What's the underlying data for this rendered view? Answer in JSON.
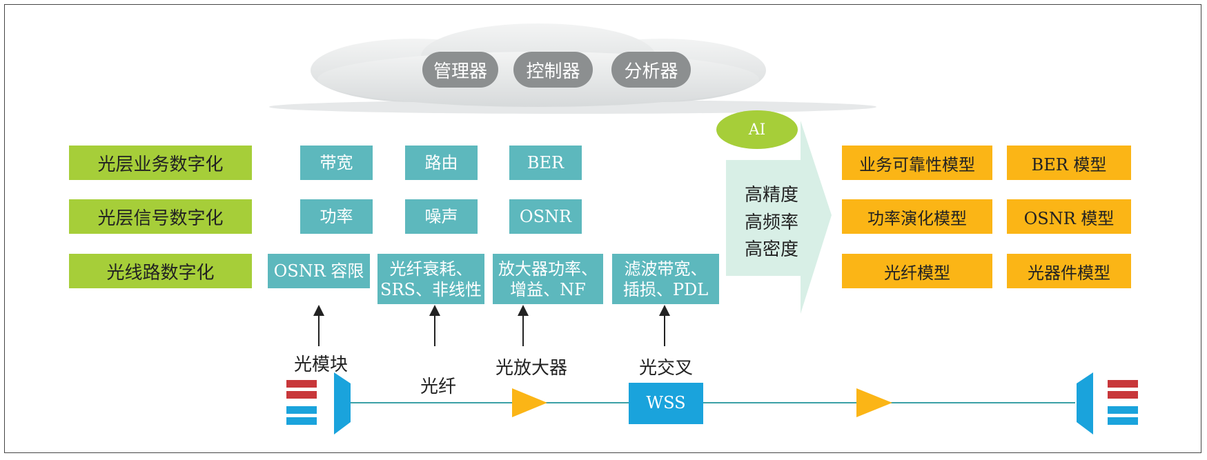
{
  "cloud": {
    "items": [
      "管理器",
      "控制器",
      "分析器"
    ]
  },
  "categories": [
    "光层业务数字化",
    "光层信号数字化",
    "光线路数字化"
  ],
  "params": {
    "row1": [
      "带宽",
      "路由",
      "BER"
    ],
    "row2": [
      "功率",
      "噪声",
      "OSNR"
    ],
    "row3": [
      [
        "OSNR 容限"
      ],
      [
        "光纤衰耗、",
        "SRS、非线性"
      ],
      [
        "放大器功率、",
        "增益、NF"
      ],
      [
        "滤波带宽、",
        "插损、PDL"
      ]
    ]
  },
  "ai": {
    "label": "AI",
    "lines": [
      "高精度",
      "高频率",
      "高密度"
    ]
  },
  "models": {
    "left": [
      "业务可靠性模型",
      "功率演化模型",
      "光纤模型"
    ],
    "right": [
      "BER 模型",
      "OSNR 模型",
      "光器件模型"
    ]
  },
  "devices": {
    "module": "光模块",
    "fiber": "光纤",
    "amplifier": "光放大器",
    "cross": "光交叉",
    "wss": "WSS"
  },
  "colors": {
    "green": "#a6ce39",
    "teal": "#5db8bd",
    "orange": "#fbb516",
    "blue": "#1aa3dc",
    "red": "#c8373a",
    "amp": "#fbb516"
  }
}
